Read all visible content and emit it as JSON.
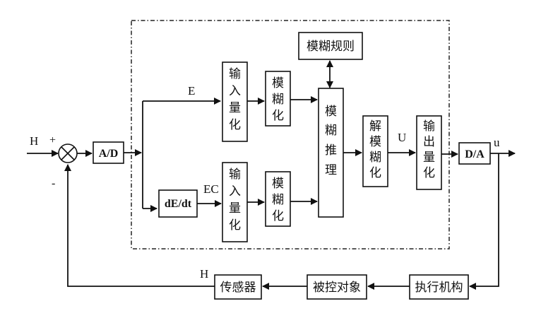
{
  "diagram": {
    "title": "",
    "signals": {
      "input": "H",
      "plus": "+",
      "minus": "-",
      "error": "E",
      "error_rate": "EC",
      "control": "U",
      "output": "u",
      "feedback": "H"
    },
    "blocks": {
      "ad": "A/D",
      "derivative": "dE/dt",
      "input_quant_e": [
        "输",
        "入",
        "量",
        "化"
      ],
      "input_quant_ec": [
        "输",
        "入",
        "量",
        "化"
      ],
      "fuzzify_e": [
        "模",
        "糊",
        "化"
      ],
      "fuzzify_ec": [
        "模",
        "糊",
        "化"
      ],
      "fuzzy_rules": "模糊规则",
      "fuzzy_inference": [
        "模",
        "糊",
        "推",
        "理"
      ],
      "defuzzify": [
        "解",
        "模",
        "糊",
        "化"
      ],
      "output_quant": [
        "输",
        "出",
        "量",
        "化"
      ],
      "da": "D/A",
      "actuator": "执行机构",
      "plant": "被控对象",
      "sensor": "传感器"
    },
    "summing_junction": "sum-junction"
  }
}
